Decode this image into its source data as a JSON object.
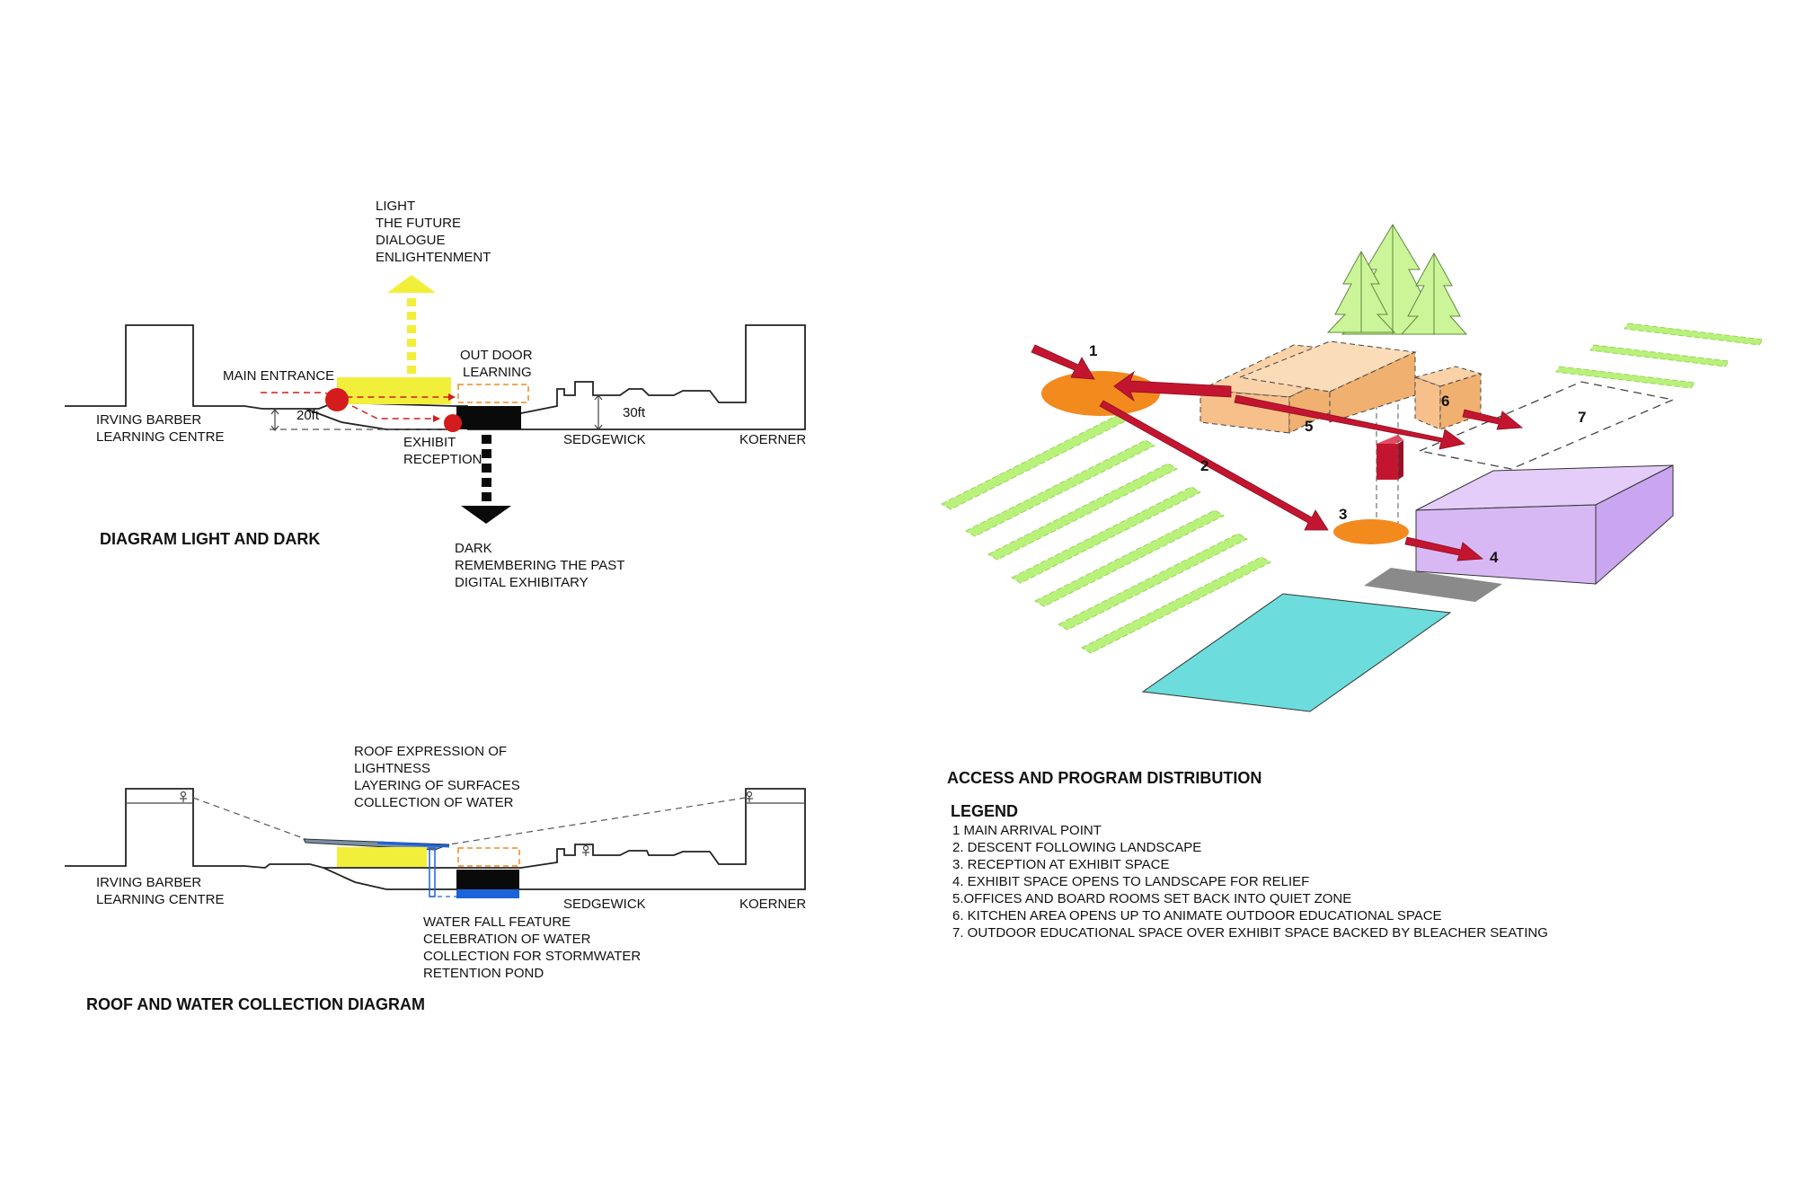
{
  "colors": {
    "light_yellow": "#f2ef3a",
    "dark_black": "#0a0a0a",
    "entrance_red": "#d41c1c",
    "path_red": "#c41530",
    "arrival_orange": "#f28a1e",
    "office_peach": "#f7c08a",
    "green_strip": "#b9f27a",
    "tree_green": "#ccf59a",
    "pond_cyan": "#6cdcdc",
    "exhibit_lilac": "#d7b8f5",
    "grey_block": "#8a8a8a",
    "water_blue": "#1b63d9"
  },
  "diagram1": {
    "title": "DIAGRAM  LIGHT AND DARK",
    "light_lines": [
      "LIGHT",
      "THE FUTURE",
      "DIALOGUE",
      "ENLIGHTENMENT"
    ],
    "dark_lines": [
      "DARK",
      "REMEMBERING THE PAST",
      "DIGITAL EXHIBITARY"
    ],
    "main_entrance": "MAIN ENTRANCE",
    "outdoor_lines": [
      "OUT DOOR",
      "LEARNING"
    ],
    "exhibit_lines": [
      "EXHIBIT",
      "RECEPTION"
    ],
    "irving_lines": [
      "IRVING BARBER",
      "LEARNING CENTRE"
    ],
    "dim_left": "20ft",
    "dim_right": "30ft",
    "sedgewick": "SEDGEWICK",
    "koerner": "KOERNER"
  },
  "diagram2": {
    "title": "ROOF AND WATER COLLECTION DIAGRAM",
    "roof_lines": [
      "ROOF EXPRESSION OF",
      "LIGHTNESS",
      "LAYERING OF SURFACES",
      "COLLECTION OF WATER"
    ],
    "water_lines": [
      "WATER FALL FEATURE",
      "CELEBRATION OF WATER",
      "COLLECTION FOR STORMWATER",
      "RETENTION POND"
    ],
    "irving_lines": [
      "IRVING BARBER",
      "LEARNING CENTRE"
    ],
    "sedgewick": "SEDGEWICK",
    "koerner": "KOERNER"
  },
  "diagram3": {
    "title": "ACCESS AND PROGRAM DISTRIBUTION",
    "numbers": [
      "1",
      "2",
      "3",
      "4",
      "5",
      "6",
      "7"
    ],
    "legend_title": "LEGEND",
    "legend_items": [
      "1 MAIN ARRIVAL POINT",
      "2. DESCENT FOLLOWING LANDSCAPE",
      "3. RECEPTION AT EXHIBIT SPACE",
      "4. EXHIBIT SPACE OPENS TO LANDSCAPE FOR RELIEF",
      "5.OFFICES AND BOARD ROOMS SET BACK INTO QUIET ZONE",
      "6. KITCHEN AREA OPENS UP TO ANIMATE OUTDOOR EDUCATIONAL SPACE",
      "7. OUTDOOR EDUCATIONAL SPACE OVER EXHIBIT SPACE BACKED  BY BLEACHER SEATING"
    ]
  }
}
